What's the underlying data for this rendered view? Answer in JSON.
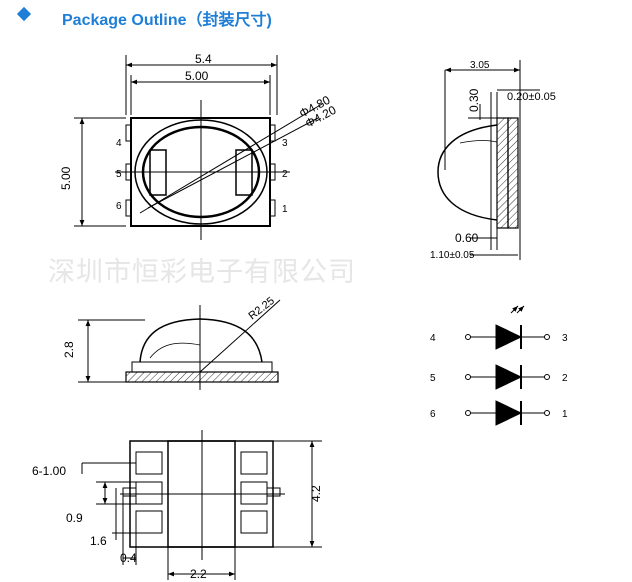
{
  "header": {
    "title": "Package Outline（封装尺寸)"
  },
  "watermark": "深圳市恒彩电子有限公司",
  "top_view": {
    "dim_outer_width": "5.4",
    "dim_width": "5.00",
    "dim_height": "5.00",
    "dim_dia_outer": "Φ4.80",
    "dim_dia_inner": "Φ4.20",
    "pins_left": [
      "4",
      "5",
      "6"
    ],
    "pins_right": [
      "3",
      "2",
      "1"
    ]
  },
  "side_view": {
    "dim_width": "3.05",
    "dim_lead": "0.30",
    "dim_thickness": "0.20±0.05",
    "dim_gap": "0.60",
    "dim_base": "1.10±0.05"
  },
  "front_view": {
    "dim_radius": "R2.25",
    "dim_height": "2.8"
  },
  "circuit": {
    "left_labels": [
      "4",
      "5",
      "6"
    ],
    "right_labels": [
      "3",
      "2",
      "1"
    ]
  },
  "bottom_view": {
    "dim_pad": "6-1.00",
    "dim_pitch": "0.9",
    "dim_span": "1.6",
    "dim_gap": "0.4",
    "dim_center": "2.2",
    "dim_height": "4.2"
  }
}
